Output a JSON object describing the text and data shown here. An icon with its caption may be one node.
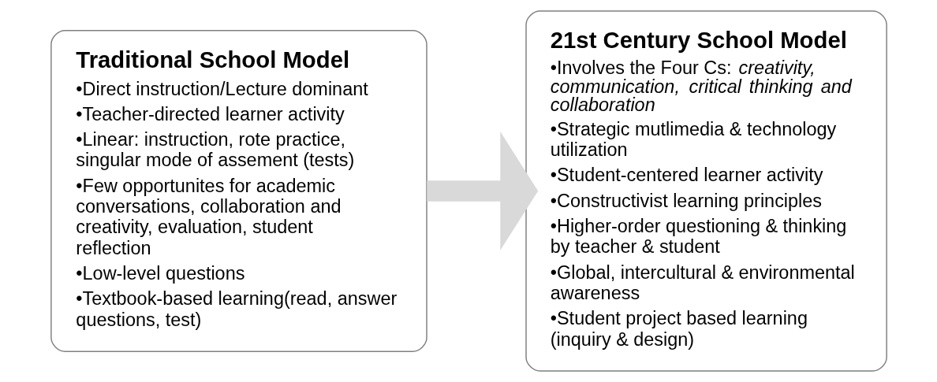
{
  "diagram": {
    "nodes": [
      {
        "text": [
          "Traditional School Model",
          "•Direct instruction/Lecture dominant",
          "•Teacher-directed learner activity",
          "•Linear: instruction, rote practice, singular mode of assement (tests)",
          "•Few opportunites for academic conversations, collaboration and creativity, evaluation, student reflection",
          "•Low-level questions",
          "•Textbook-based learning(read, answer questions, test)"
        ]
      },
      {
        "text": [
          "21st Century School Model",
          "•Involves the Four Cs: *creativity, communication, critical thinking and collaboration*",
          "•Strategic mutlimedia & technology utilization",
          "•Student-centered learner activity",
          "•Constructivist learning principles",
          "•Higher-order questioning & thinking by teacher & student",
          "•Global, intercultural & environmental awareness",
          "•Student project based learning (inquiry & design)"
        ]
      }
    ],
    "edges": [
      {
        "from": 0,
        "to": 1,
        "arrow": "to"
      }
    ]
  }
}
